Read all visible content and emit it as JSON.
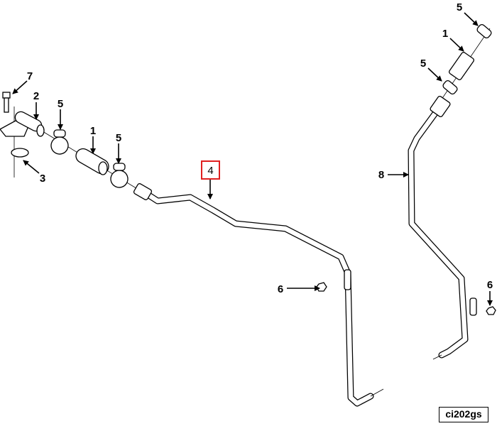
{
  "diagram": {
    "callouts": {
      "left_hose_1": "1",
      "left_fitting_2": "2",
      "o_ring_3": "3",
      "tube_4": "4",
      "left_clamp_5a": "5",
      "left_clamp_5b": "5",
      "left_nut_6": "6",
      "bolt_7": "7",
      "right_clamp_5a": "5",
      "right_hose_1": "1",
      "right_clamp_5b": "5",
      "tube_8": "8",
      "right_nut_6": "6"
    },
    "highlighted_callout": "4",
    "highlight_color": "#e02020",
    "drawing_code": "ci202gs"
  }
}
